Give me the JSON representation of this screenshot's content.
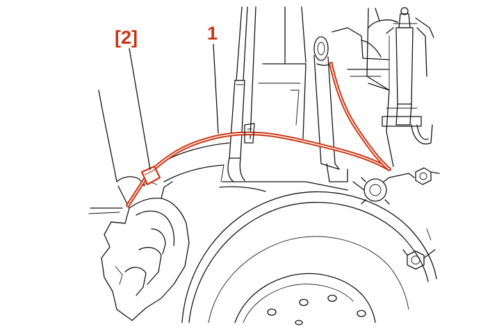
{
  "callouts": {
    "bracket_label": "[2]",
    "numeric_label": "1"
  },
  "colors": {
    "highlight": "#cc3311",
    "line": "#111111",
    "background": "#ffffff"
  },
  "parts": {
    "highlighted": "brake-hose",
    "illustration": "wheel-hub-brake-disc-caliper-suspension-strut"
  }
}
